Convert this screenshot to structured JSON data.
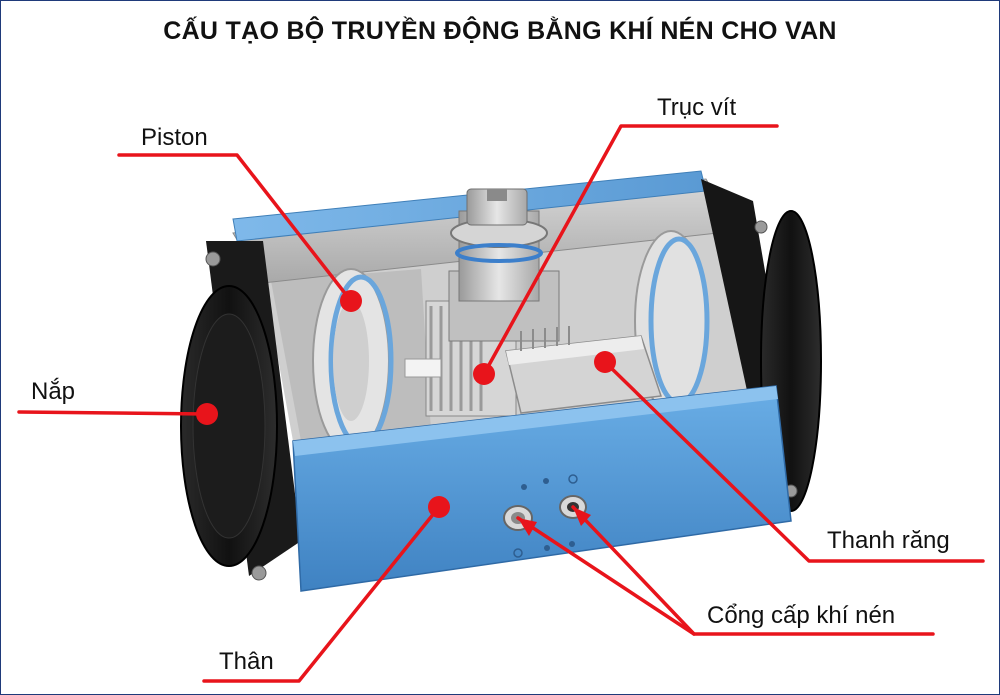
{
  "title": "CẤU TẠO BỘ TRUYỀN ĐỘNG BẰNG KHÍ NÉN CHO VAN",
  "labels": {
    "piston": "Piston",
    "truc_vit": "Trục vít",
    "nap": "Nắp",
    "thanh_rang": "Thanh răng",
    "than": "Thân",
    "cong_cap_khi_nen": "Cổng cấp khí nén"
  },
  "colors": {
    "callout": "#e8141b",
    "body_blue": "#5b9fd8",
    "cap_black": "#1c1c1c",
    "metal": "#c8c8c8",
    "border": "#1f3a7a"
  },
  "icons": {
    "marker": "red-dot-marker",
    "actuator": "pneumatic-actuator-illustration"
  }
}
